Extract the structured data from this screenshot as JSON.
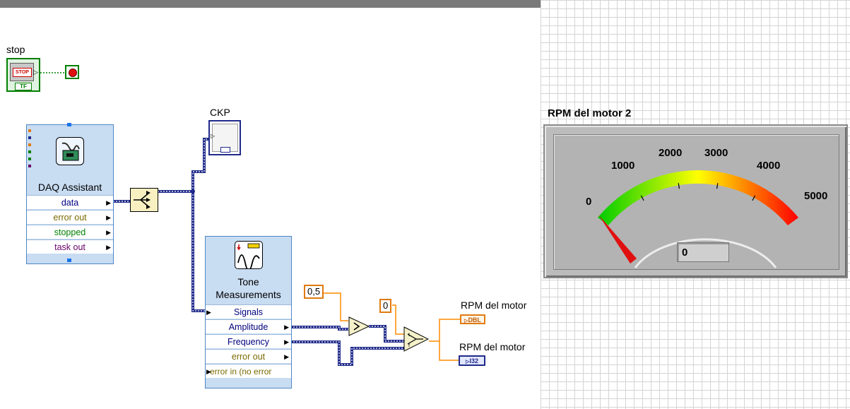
{
  "stop": {
    "label": "stop",
    "button_text": "STOP",
    "type_text": "TF"
  },
  "daq": {
    "title": "DAQ Assistant",
    "terminals": [
      {
        "label": "data",
        "color": "#000080"
      },
      {
        "label": "error out",
        "color": "#7a6a00"
      },
      {
        "label": "stopped",
        "color": "#008000"
      },
      {
        "label": "task out",
        "color": "#6a006a"
      }
    ]
  },
  "ckp": {
    "label": "CKP"
  },
  "tone": {
    "title_line1": "Tone",
    "title_line2": "Measurements",
    "terminals": [
      {
        "label": "Signals",
        "color": "#000080"
      },
      {
        "label": "Amplitude",
        "color": "#000080"
      },
      {
        "label": "Frequency",
        "color": "#000080"
      },
      {
        "label": "error out",
        "color": "#7a6a00"
      },
      {
        "label": "error in (no error",
        "color": "#7a6a00"
      }
    ]
  },
  "constants": {
    "c1": "0,5",
    "c2": "0"
  },
  "indicators": {
    "rpm_dbl_label": "RPM del motor",
    "rpm_dbl_type": "DBL",
    "rpm_i32_label": "RPM del motor",
    "rpm_i32_type": "I32"
  },
  "gauge": {
    "title": "RPM del motor 2",
    "scale": [
      "0",
      "1000",
      "2000",
      "3000",
      "4000",
      "5000"
    ],
    "min": 0,
    "max": 5000,
    "value": 0,
    "digital_display": "0",
    "colors": {
      "low": "#00cc00",
      "mid": "#ffff00",
      "high": "#ff0000",
      "needle": "#e01010"
    }
  },
  "colors": {
    "wire_dynamic": "#1f2a8a",
    "wire_numeric": "#ff8c00",
    "wire_bool": "#008000",
    "express_bg": "#c8dcf2"
  }
}
